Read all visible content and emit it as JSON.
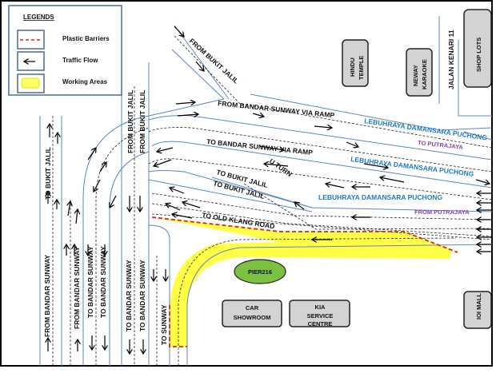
{
  "legend": {
    "title": "LEGENDS",
    "items": [
      {
        "icon": "red-dashed-line",
        "label": "Plastic Barriers",
        "color": "#e02020"
      },
      {
        "icon": "arrow-left",
        "label": "Traffic Flow"
      },
      {
        "icon": "yellow-box",
        "label": "Working Areas",
        "color": "#ffff33"
      }
    ]
  },
  "roads": {
    "from_bukit_jalil_diag": "FROM BUKIT JALIL",
    "from_bandar_sunway_ramp": "FROM BANDAR SUNWAY VIA RAMP",
    "to_bandar_sunway_ramp": "TO BANDAR SUNWAY VIA RAMP",
    "ldp1": "LEBUHRAYA DAMANSARA PUCHONG",
    "ldp2": "LEBUHRAYA DAMANSARA PUCHONG",
    "ldp3": "LEBUHRAYA DAMANSARA PUCHONG",
    "to_putrajaya": "TO PUTRAJAYA",
    "from_putrajaya": "FROM PUTRAJAYA",
    "u_turn": "U TURN",
    "to_bukit_jalil_1": "TO BUKIT JALIL",
    "to_bukit_jalil_2": "TO BUKIT JALIL",
    "to_old_klang_road": "TO OLD KLANG ROAD",
    "jalan_kenari": "JALAN KENARI 11",
    "v_to_bukit_jalil": "TO BUKIT JALIL",
    "v_from_bukit_jalil_1": "FROM BUKIT JALIL",
    "v_from_bukit_jalil_2": "FROM BUKIT JALIL",
    "v_from_bandar_sunway_1": "FROM BANDAR SUNWAY",
    "v_from_bandar_sunway_2": "FROM BANDAR SUNWAY",
    "v_to_bandar_sunway_1": "TO BANDAR SUNWAY",
    "v_to_bandar_sunway_2": "TO BANDAR SUNWAY",
    "v_to_bandar_sunway_3": "TO BANDAR SUNWAY",
    "v_to_bandar_sunway_4": "TO BANDAR SUNWAY",
    "v_to_sunway": "TO SUNWAY"
  },
  "buildings": {
    "hindu_temple": [
      "HINDU",
      "TEMPLE"
    ],
    "neway": [
      "NEWAY",
      "KARAOKE"
    ],
    "shop_lots": "SHOP LOTS",
    "car_showroom": [
      "CAR",
      "SHOWROOM"
    ],
    "kia": [
      "KIA",
      "SERVICE",
      "CENTRE"
    ],
    "ioi_mall": "IOI MALL",
    "pier": "PIER216"
  },
  "colors": {
    "barrier": "#e02020",
    "working": "#ffff33",
    "pier": "#7dc142",
    "road_label": "#1f7ac0",
    "direction_label": "#8a3fb3"
  }
}
